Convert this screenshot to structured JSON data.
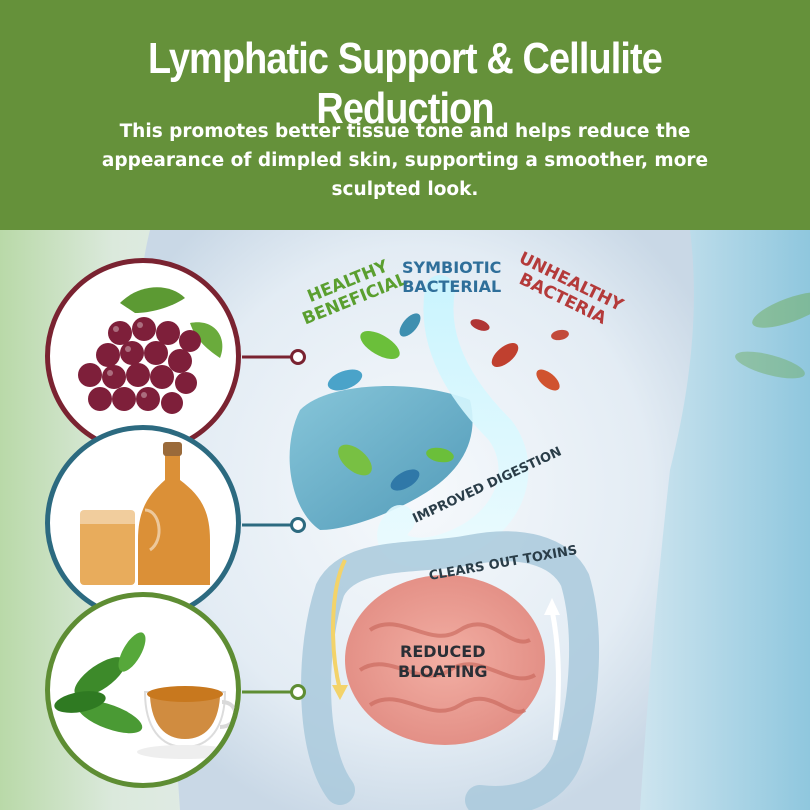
{
  "header": {
    "title": "Lymphatic Support & Cellulite Reduction",
    "subtitle": "This promotes better tissue tone and helps reduce the appearance of dimpled skin, supporting a smoother, more sculpted look."
  },
  "diagram": {
    "label_healthy_line1": "HEALTHY",
    "label_healthy_line2": "BENEFICIAL",
    "label_symbiotic_line1": "SYMBIOTIC",
    "label_symbiotic_line2": "BACTERIAL",
    "label_unhealthy_line1": "UNHEALTHY",
    "label_unhealthy_line2": "BACTERIA",
    "label_digestion": "IMPROVED DIGESTION",
    "label_toxins": "CLEARS OUT TOXINS",
    "label_bloating_line1": "REDUCED",
    "label_bloating_line2": "BLOATING"
  },
  "items": [
    {
      "name": "grapes",
      "icon": "grapes-icon"
    },
    {
      "name": "apple-cider-vinegar",
      "icon": "vinegar-bottle-icon"
    },
    {
      "name": "green-tea",
      "icon": "tea-cup-icon"
    }
  ],
  "colors": {
    "header_green": "#65913a",
    "grape_ring": "#7a2331",
    "vinegar_ring": "#2c6a80",
    "tea_ring": "#5e8d33"
  }
}
